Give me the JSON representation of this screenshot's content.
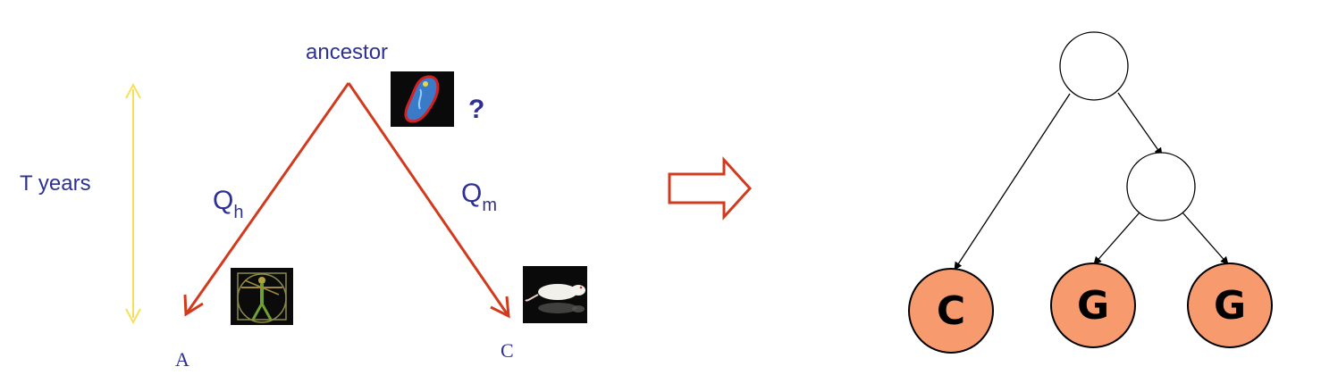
{
  "left_panel": {
    "ancestor_label": "ancestor",
    "question_mark": "?",
    "time_label": "T years",
    "left_branch": {
      "Q": "Q",
      "sub": "h"
    },
    "right_branch": {
      "Q": "Q",
      "sub": "m"
    },
    "leaf_left_label": "A",
    "leaf_right_label": "C",
    "icons": [
      "ancestor-cell-icon",
      "vitruvian-man-icon",
      "white-rat-icon"
    ]
  },
  "transition_arrow": "hollow-right-arrow",
  "right_panel": {
    "leaves": [
      "C",
      "G",
      "G"
    ]
  },
  "colors": {
    "label_text": "#2e3192",
    "branch_red": "#d23a1d",
    "time_arrow": "#f6e05a",
    "leaf_fill": "#f79a6e",
    "node_stroke": "#000000"
  }
}
